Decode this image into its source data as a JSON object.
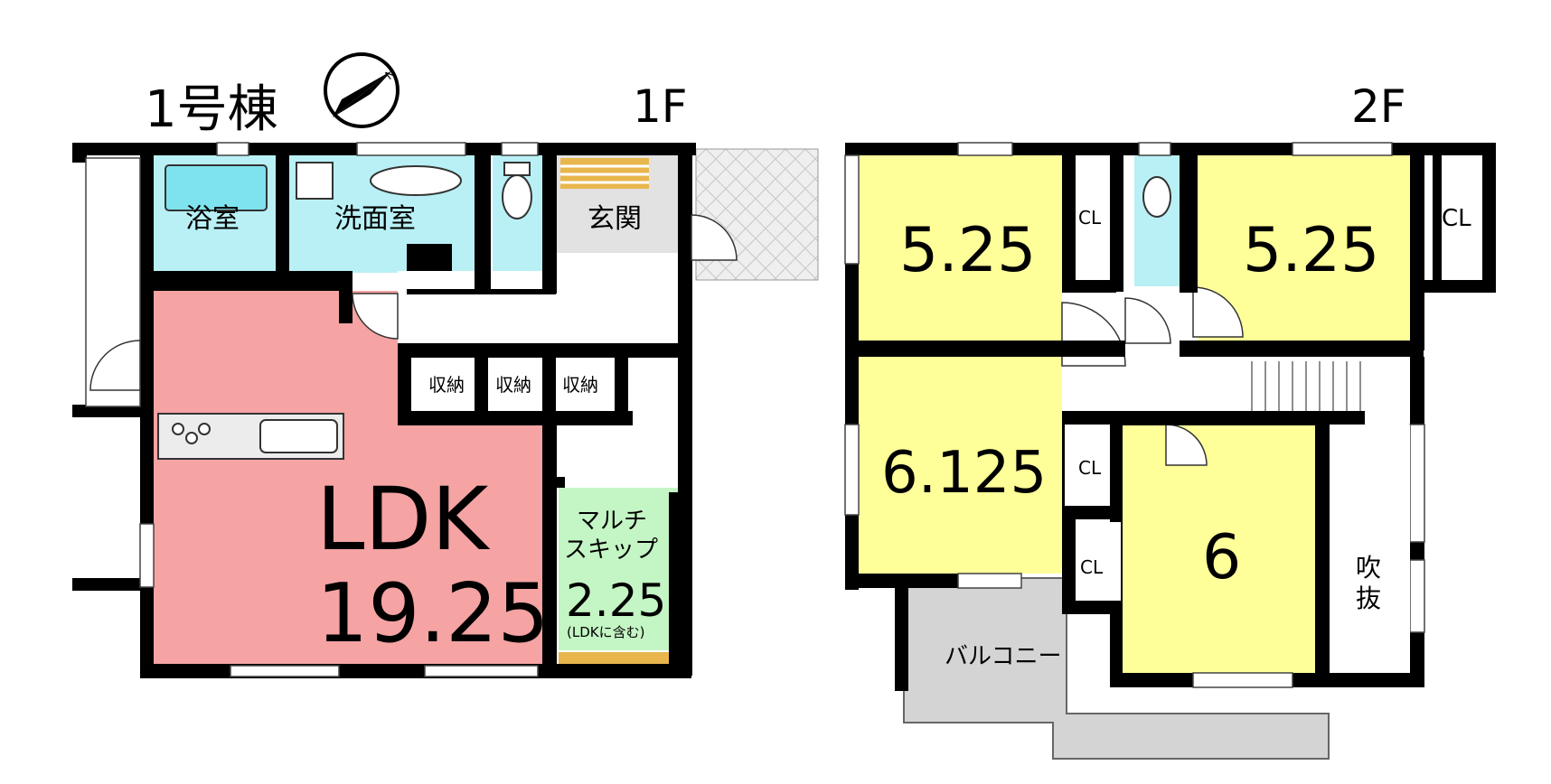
{
  "building_label": "1号棟",
  "compass_mark": "N",
  "floors": [
    {
      "floor_label": "1F",
      "rooms": {
        "bath": "浴室",
        "washroom": "洗面室",
        "entrance": "玄関",
        "storage_1": "収納",
        "storage_2": "収納",
        "storage_3": "収納",
        "ldk_name": "LDK",
        "ldk_size": "19.25",
        "multi_skip_name_1": "マルチ",
        "multi_skip_name_2": "スキップ",
        "multi_skip_size": "2.25",
        "multi_skip_note": "(LDKに含む)"
      }
    },
    {
      "floor_label": "2F",
      "rooms": {
        "room_nw_size": "5.25",
        "room_nw_closet": "CL",
        "room_ne_size": "5.25",
        "room_ne_closet": "CL",
        "room_w_size": "6.125",
        "room_w_closet": "CL",
        "room_c_size": "6",
        "room_c_closet": "CL",
        "void_1": "吹",
        "void_2": "抜",
        "balcony": "バルコニー"
      }
    }
  ],
  "colors": {
    "wall": "#000000",
    "ldk": "#f5a3a3",
    "wet_area": "#b8f0f5",
    "bedroom": "#ffff99",
    "multi_skip": "#c4f5c4",
    "entrance": "#e2e2e2",
    "balcony": "#d4d4d4",
    "stairs_tread": "#e8b64c"
  }
}
